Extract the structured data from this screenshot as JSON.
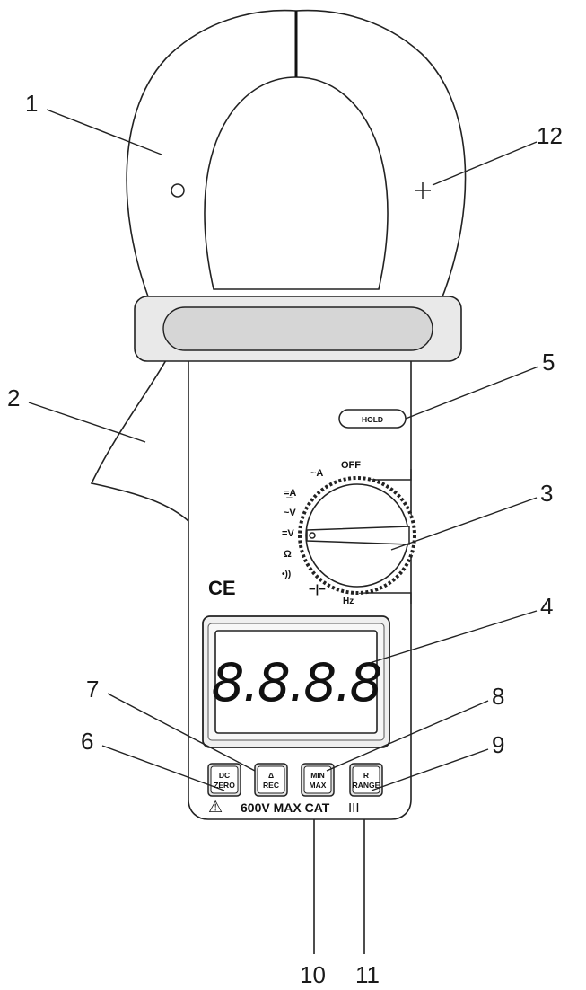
{
  "callouts": {
    "c1": "1",
    "c2": "2",
    "c3": "3",
    "c4": "4",
    "c5": "5",
    "c6": "6",
    "c7": "7",
    "c8": "8",
    "c9": "9",
    "c10": "10",
    "c11": "11",
    "c12": "12"
  },
  "dial": {
    "off": "OFF",
    "ac_a": "~A",
    "dc_a": "=̲A",
    "ac_v": "~V",
    "dc_v": "=V",
    "ohm": "Ω",
    "continuity": "•))",
    "capacitance": "−|−",
    "hz": "Hz"
  },
  "buttons": {
    "hold": "HOLD",
    "dc_zero_1": "DC",
    "dc_zero_2": "ZERO",
    "rel_1": "Δ",
    "rel_2": "REC",
    "minmax_1": "MIN",
    "minmax_2": "MAX",
    "range_1": "R",
    "range_2": "RANGE"
  },
  "display": {
    "reading": "8.8.8.8"
  },
  "markings": {
    "ce": "CE",
    "warning": "⚠",
    "rating": "600V MAX CAT",
    "category": "III"
  }
}
